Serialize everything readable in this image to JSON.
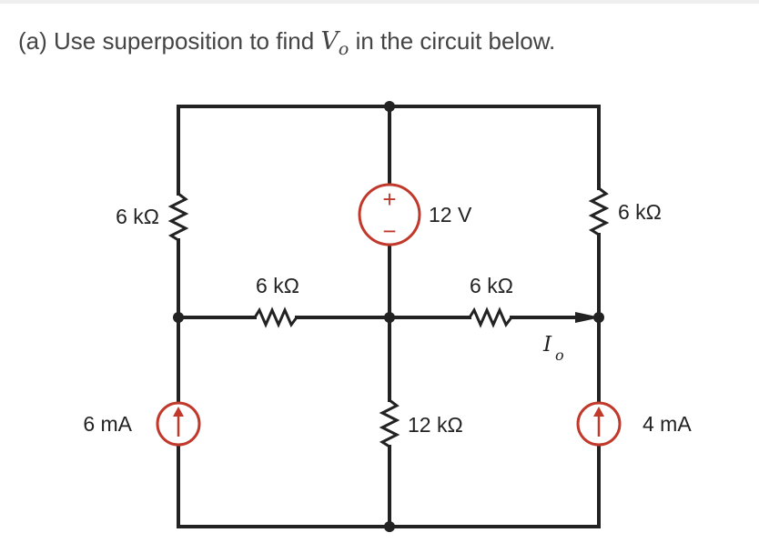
{
  "question": {
    "prefix": "(a)  Use superposition to find",
    "var_main": "V",
    "var_sub": "o",
    "suffix": "in the circuit below."
  },
  "circuit": {
    "labels": {
      "r_top_left": "6 kΩ",
      "r_top_right": "6 kΩ",
      "r_mid_left": "6 kΩ",
      "r_mid_right": "6 kΩ",
      "r_bottom_center": "12 kΩ",
      "voltage_source": "12 V",
      "current_source_left": "6 mA",
      "current_source_right": "4 mA",
      "current_label_main": "I",
      "current_label_sub": "o",
      "vs_plus": "+",
      "vs_minus": "−"
    },
    "colors": {
      "wire": "#222222",
      "source": "#c0392b"
    }
  }
}
